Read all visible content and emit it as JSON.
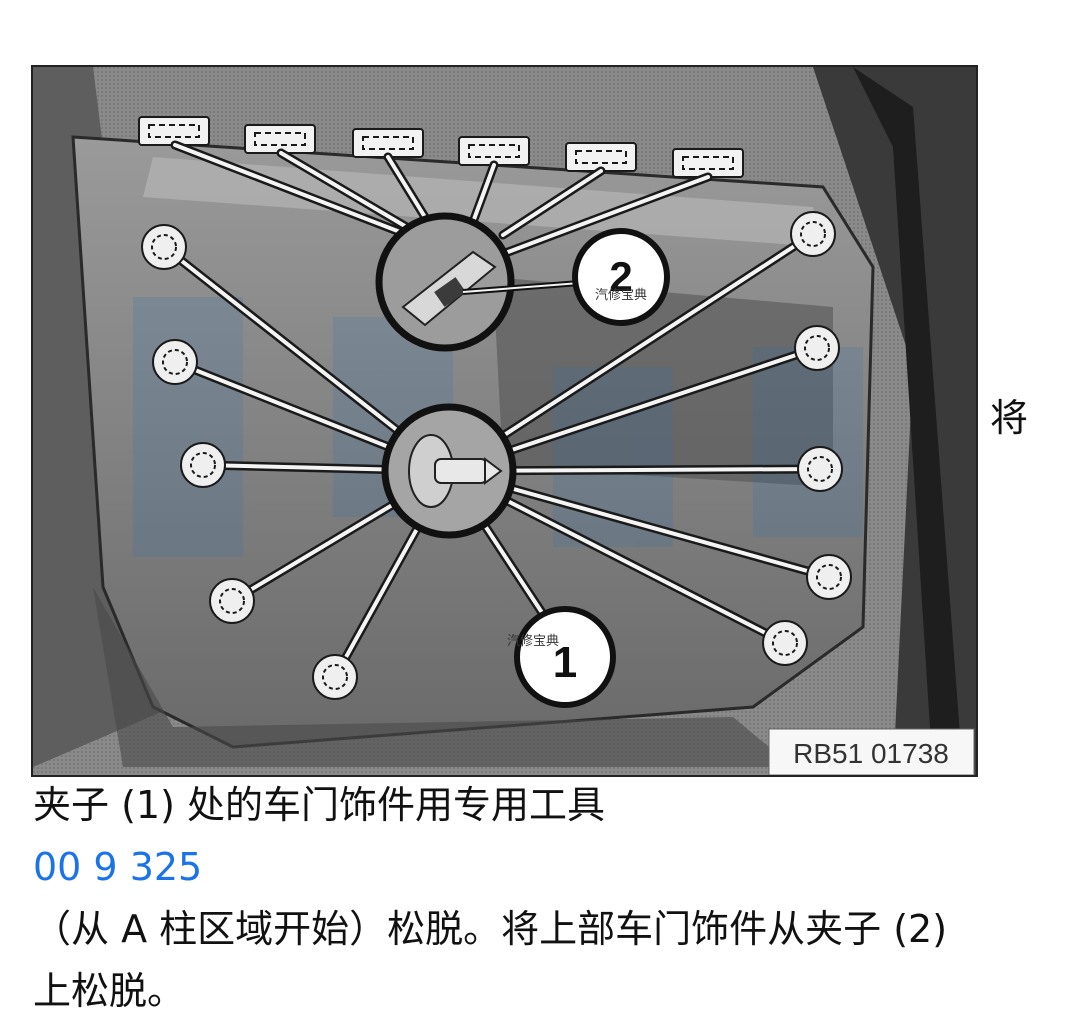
{
  "figure": {
    "callout_1": "1",
    "callout_2": "2",
    "reference_code": "RB51 01738",
    "watermark_small": "汽修宝典"
  },
  "text": {
    "side_char": "将",
    "line1": "夹子 (1) 处的车门饰件用专用工具",
    "tool_number": "00 9 325",
    "line3": "（从 A 柱区域开始）松脱。将上部车门饰件从夹子 (2)",
    "line4": "上松脱。"
  }
}
